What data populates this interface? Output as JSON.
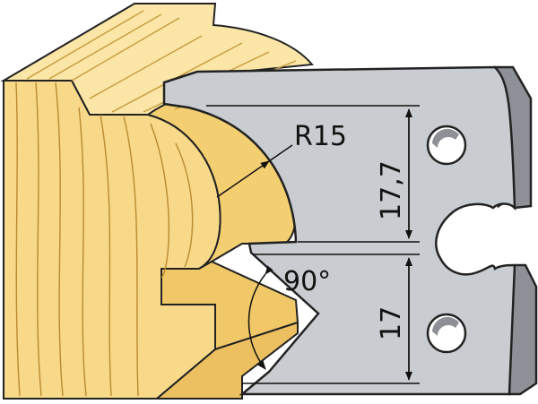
{
  "labels": {
    "radius": "R15",
    "upper_height": "17,7",
    "lower_height": "17",
    "angle": "90°"
  },
  "colors": {
    "wood_light": "#fbe6a8",
    "wood_face": "#f9dc8c",
    "wood_dark": "#e9c46e",
    "grain": "#c89a3c",
    "outline": "#222222",
    "knife_face": "#c9ccd0",
    "knife_side": "#8d9096",
    "dimension": "#111111"
  }
}
